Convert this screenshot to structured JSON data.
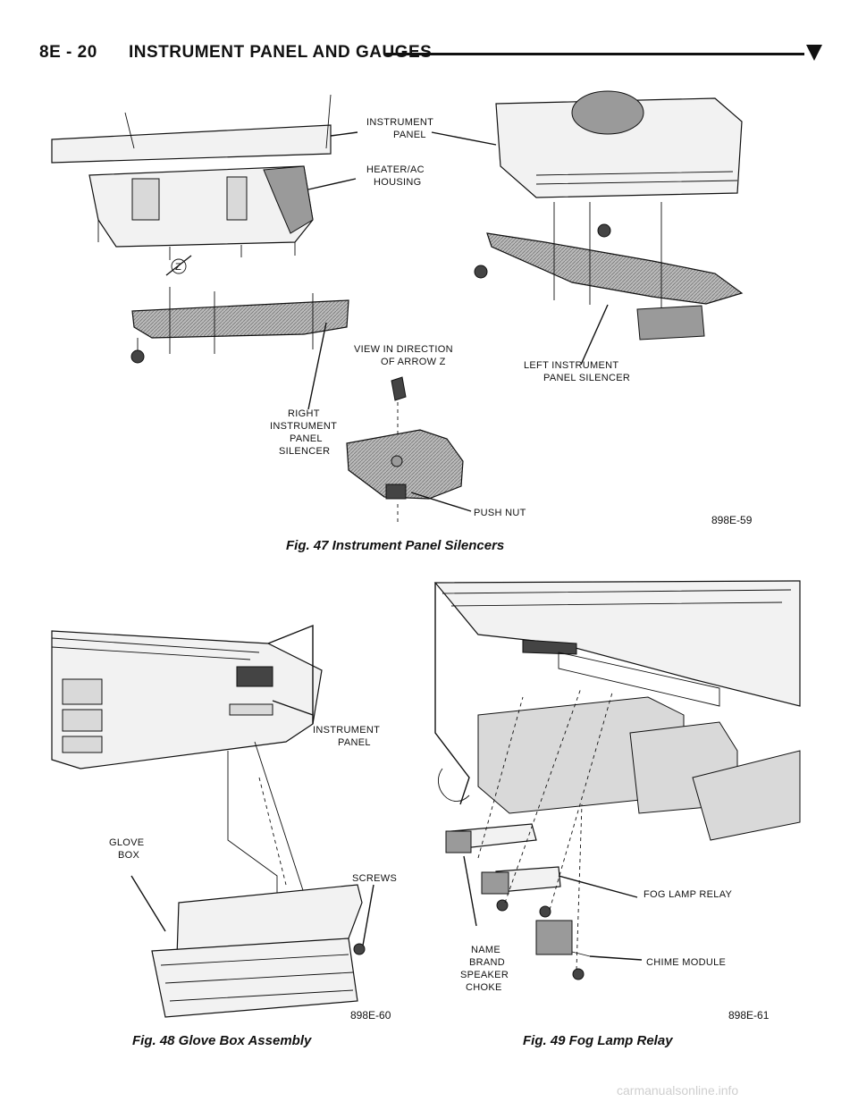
{
  "header": {
    "page_id": "8E - 20",
    "section_title": "INSTRUMENT PANEL AND GAUGES"
  },
  "fig47": {
    "caption": "Fig. 47 Instrument Panel Silencers",
    "code": "898E-59",
    "labels": {
      "instrument_panel_1": "INSTRUMENT",
      "instrument_panel_2": "PANEL",
      "heater_1": "HEATER/AC",
      "heater_2": "HOUSING",
      "arrow_z": "Z",
      "view_1": "VIEW IN DIRECTION",
      "view_2": "OF ARROW Z",
      "left_silencer_1": "LEFT INSTRUMENT",
      "left_silencer_2": "PANEL SILENCER",
      "right_silencer_1": "RIGHT",
      "right_silencer_2": "INSTRUMENT",
      "right_silencer_3": "PANEL",
      "right_silencer_4": "SILENCER",
      "push_nut": "PUSH NUT"
    }
  },
  "fig48": {
    "caption": "Fig. 48 Glove Box Assembly",
    "code": "898E-60",
    "labels": {
      "instrument_panel_1": "INSTRUMENT",
      "instrument_panel_2": "PANEL",
      "glove_1": "GLOVE",
      "glove_2": "BOX",
      "screws": "SCREWS"
    }
  },
  "fig49": {
    "caption": "Fig. 49 Fog Lamp Relay",
    "code": "898E-61",
    "labels": {
      "fog_lamp_relay": "FOG LAMP RELAY",
      "chime_module": "CHIME MODULE",
      "name_1": "NAME",
      "name_2": "BRAND",
      "name_3": "SPEAKER",
      "name_4": "CHOKE"
    }
  },
  "watermark": "carmanualsonline.info"
}
